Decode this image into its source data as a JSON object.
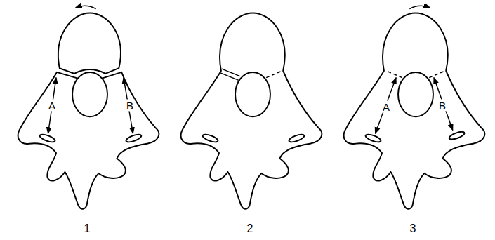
{
  "diagram": {
    "labels": [
      "A",
      "B",
      "1",
      "2",
      "A",
      "B",
      "3"
    ]
  }
}
